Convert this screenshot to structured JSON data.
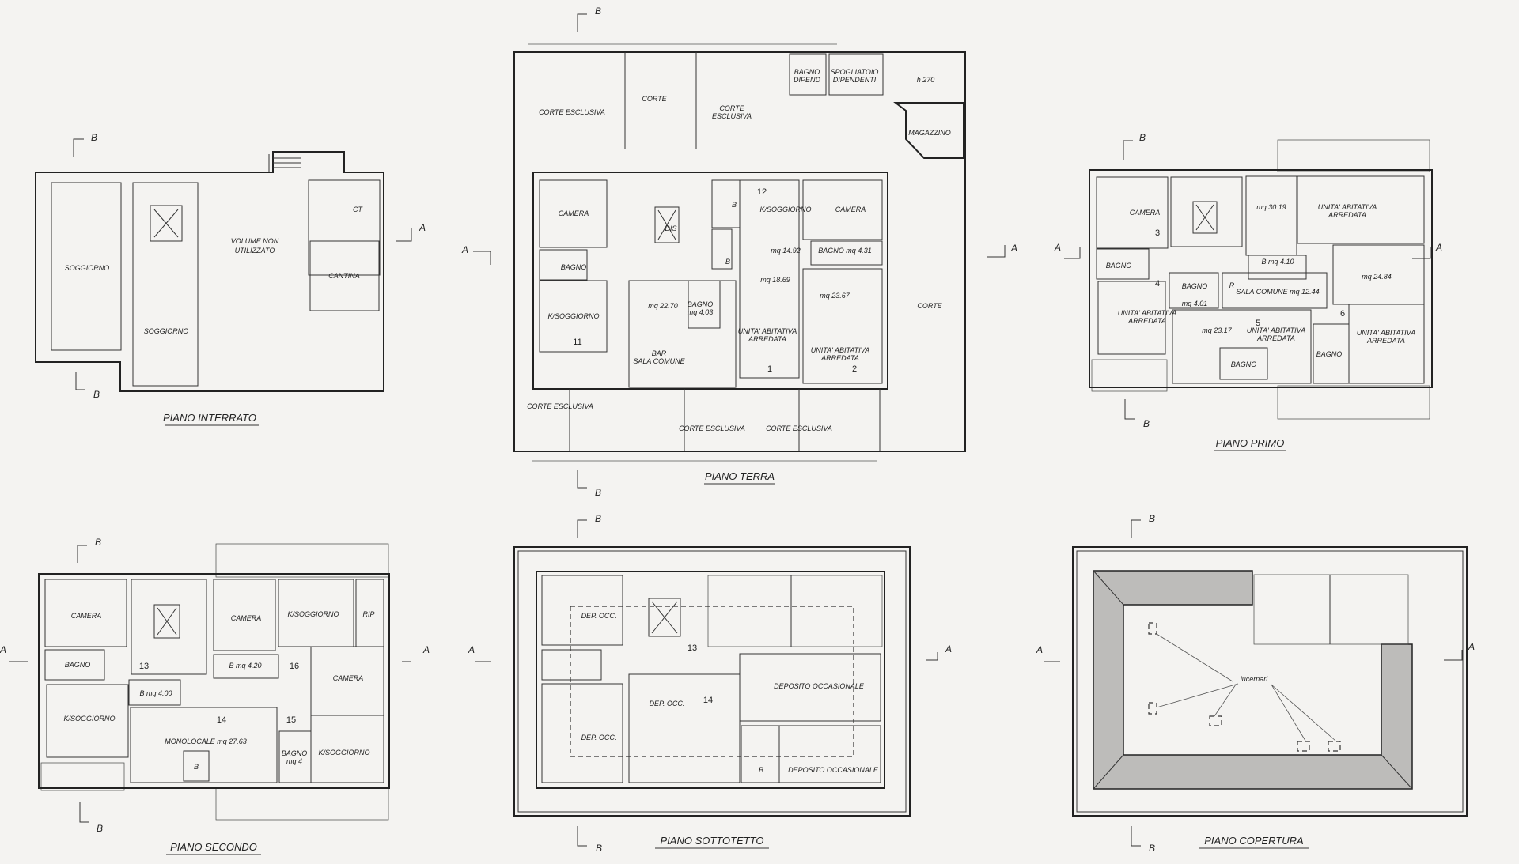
{
  "sheet": {
    "plans": [
      {
        "id": "interrato",
        "title": "PIANO INTERRATO",
        "rooms": [
          "SOGGIORNO",
          "SOGGIORNO",
          "VOLUME NON",
          "UTILIZZATO",
          "CT",
          "CANTINA"
        ],
        "section_marks": {
          "top": "B",
          "bottom": "B",
          "right": "A"
        }
      },
      {
        "id": "terra",
        "title": "PIANO TERRA",
        "rooms": [
          "CORTE ESCLUSIVA",
          "CORTE",
          "CORTE",
          "ESCLUSIVA",
          "BAGNO",
          "DIPEND",
          "SPOGLIATOIO",
          "DIPENDENTI",
          "h 270",
          "MAGAZZINO",
          "CAMERA",
          "DIS",
          "B",
          "K/SOGGIORNO",
          "CAMERA",
          "BAGNO",
          "B",
          "mq 14.92",
          "BAGNO mq 4.31",
          "mq 18.69",
          "K/SOGGIORNO",
          "mq 22.70",
          "BAGNO",
          "mq 4.03",
          "mq 23.67",
          "CORTE",
          "UNITA' ABITATIVA",
          "ARREDATA",
          "UNITA' ABITATIVA",
          "ARREDATA",
          "BAR",
          "SALA COMUNE",
          "CORTE ESCLUSIVA",
          "CORTE ESCLUSIVA",
          "CORTE ESCLUSIVA"
        ],
        "numbers": [
          "12",
          "11",
          "1",
          "2"
        ],
        "section_marks": {
          "top": "B",
          "bottom": "B",
          "left": "A",
          "right": "A"
        }
      },
      {
        "id": "primo",
        "title": "PIANO PRIMO",
        "rooms": [
          "CAMERA",
          "mq 30.19",
          "UNITA' ABITATIVA",
          "ARREDATA",
          "BAGNO",
          "B mq 4.10",
          "BAGNO",
          "R",
          "SALA COMUNE mq 12.44",
          "mq 24.84",
          "mq 4.01",
          "UNITA' ABITATIVA",
          "ARREDATA",
          "mq 23.17",
          "UNITA' ABITATIVA",
          "ARREDATA",
          "UNITA' ABITATIVA",
          "ARREDATA",
          "BAGNO",
          "BAGNO"
        ],
        "numbers": [
          "3",
          "4",
          "5",
          "6"
        ],
        "section_marks": {
          "top": "B",
          "bottom": "B",
          "left": "A",
          "right": "A"
        }
      },
      {
        "id": "secondo",
        "title": "PIANO SECONDO",
        "rooms": [
          "CAMERA",
          "CAMERA",
          "K/SOGGIORNO",
          "RIP",
          "BAGNO",
          "B mq 4.20",
          "CAMERA",
          "B mq 4.00",
          "K/SOGGIORNO",
          "MONOLOCALE mq 27.63",
          "BAGNO",
          "mq 4",
          "K/SOGGIORNO",
          "B"
        ],
        "numbers": [
          "13",
          "16",
          "14",
          "15"
        ],
        "section_marks": {
          "top": "B",
          "bottom": "B",
          "left": "A",
          "right": "A"
        }
      },
      {
        "id": "sottotetto",
        "title": "PIANO SOTTOTETTO",
        "rooms": [
          "DEP. OCC.",
          "DEP. OCC.",
          "DEP. OCC.",
          "DEPOSITO OCCASIONALE",
          "B",
          "DEPOSITO OCCASIONALE"
        ],
        "numbers": [
          "13",
          "14"
        ],
        "section_marks": {
          "top": "B",
          "bottom": "B",
          "left": "A",
          "right": "A"
        }
      },
      {
        "id": "copertura",
        "title": "PIANO COPERTURA",
        "rooms": [
          "lucernari"
        ],
        "section_marks": {
          "top": "B",
          "bottom": "B",
          "left": "A",
          "right": "A"
        }
      }
    ],
    "colors": {
      "paper": "#f4f3f1",
      "ink": "#222222"
    }
  }
}
